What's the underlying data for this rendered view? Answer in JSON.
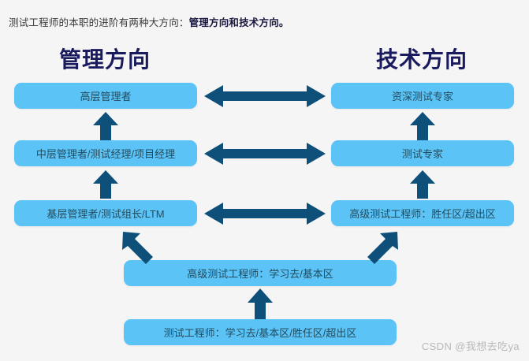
{
  "intro": {
    "normal_text": "测试工程师的本职的进阶有两种大方向：",
    "bold_text": "管理方向和技术方向。"
  },
  "columns": {
    "left_title": "管理方向",
    "right_title": "技术方向"
  },
  "management_track": [
    {
      "label": "高层管理者"
    },
    {
      "label": "中层管理者/测试经理/项目经理"
    },
    {
      "label": "基层管理者/测试组长/LTM"
    }
  ],
  "technical_track": [
    {
      "label": "资深测试专家"
    },
    {
      "label": "测试专家"
    },
    {
      "label": "高级测试工程师：胜任区/超出区"
    }
  ],
  "shared_track": [
    {
      "label": "高级测试工程师：学习去/基本区"
    },
    {
      "label": "测试工程师：学习去/基本区/胜任区/超出区"
    }
  ],
  "colors": {
    "background": "#f5f5f5",
    "box_fill": "#5cc3f7",
    "box_text": "#234c5e",
    "arrow": "#0e5079",
    "title": "#1a1a5e",
    "watermark": "#b9b9b9"
  },
  "watermark": {
    "text": "CSDN @我想去吃ya"
  }
}
